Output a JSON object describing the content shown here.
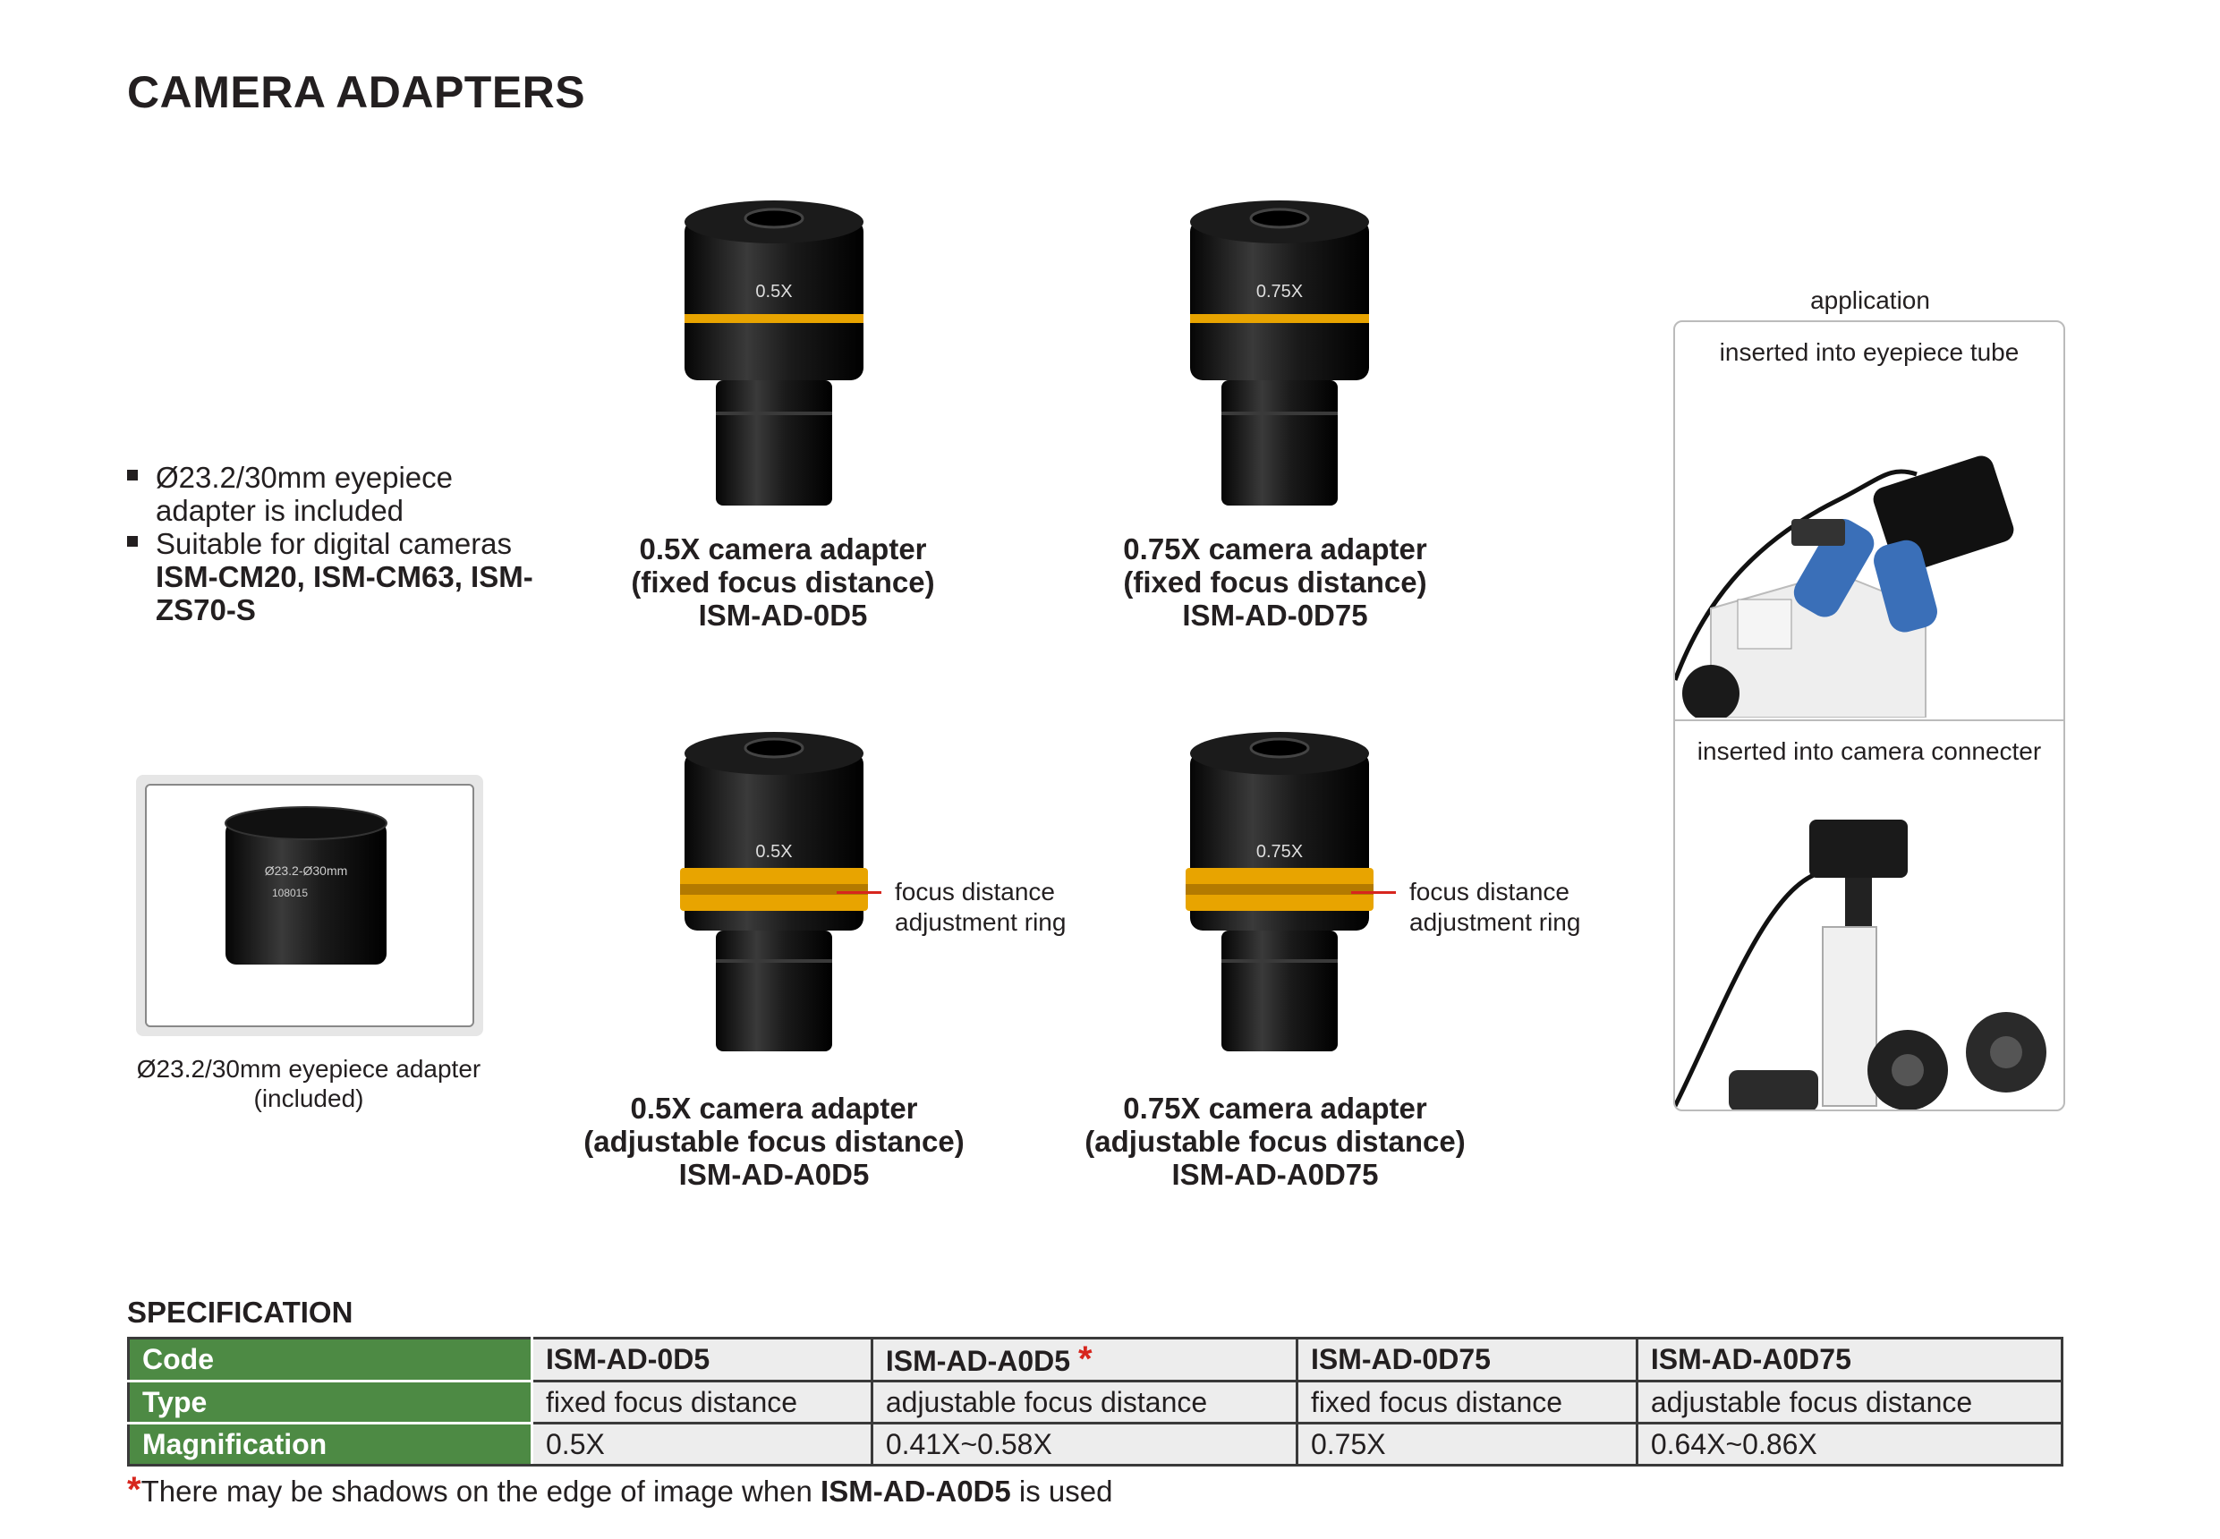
{
  "page_title": "CAMERA ADAPTERS",
  "bullets": [
    {
      "text": "Ø23.2/30mm eyepiece adapter is included",
      "models": ""
    },
    {
      "text": "Suitable for digital cameras",
      "models": "ISM-CM20, ISM-CM63, ISM-ZS70-S"
    }
  ],
  "products": [
    {
      "mag": "0.5X",
      "caption1": "0.5X camera adapter",
      "caption2": "(fixed focus distance)",
      "code": "ISM-AD-0D5"
    },
    {
      "mag": "0.75X",
      "caption1": "0.75X camera adapter",
      "caption2": "(fixed focus distance)",
      "code": "ISM-AD-0D75"
    },
    {
      "mag": "0.5X",
      "caption1": "0.5X camera adapter",
      "caption2": "(adjustable focus distance)",
      "code": "ISM-AD-A0D5",
      "ring_label": "focus distance adjustment ring"
    },
    {
      "mag": "0.75X",
      "caption1": "0.75X camera adapter",
      "caption2": "(adjustable focus distance)",
      "code": "ISM-AD-A0D75",
      "ring_label": "focus distance adjustment ring"
    }
  ],
  "ring_label_1": "focus distance",
  "ring_label_2": "adjustment ring",
  "eyepiece_adapter": {
    "engraving_1": "Ø23.2-Ø30mm",
    "engraving_2": "108015",
    "caption_1": "Ø23.2/30mm eyepiece adapter",
    "caption_2": "(included)"
  },
  "application": {
    "title": "application",
    "pane1": "inserted into eyepiece tube",
    "pane2": "inserted into camera connecter"
  },
  "spec": {
    "title": "SPECIFICATION",
    "rows": [
      {
        "label": "Code",
        "cells": [
          "ISM-AD-0D5",
          "ISM-AD-A0D5",
          "ISM-AD-0D75",
          "ISM-AD-A0D75"
        ]
      },
      {
        "label": "Type",
        "cells": [
          "fixed focus distance",
          "adjustable focus distance",
          "fixed focus distance",
          "adjustable focus distance"
        ]
      },
      {
        "label": "Magnification",
        "cells": [
          "0.5X",
          "0.41X~0.58X",
          "0.75X",
          "0.64X~0.86X"
        ]
      }
    ],
    "star": "*"
  },
  "footnote": {
    "star": "*",
    "text_before": "There may be shadows on the edge of image when ",
    "code": "ISM-AD-A0D5",
    "text_after": " is used"
  },
  "colors": {
    "header_green": "#4d8a44",
    "accent_red": "#d7261e",
    "ring_gold": "#e8a400"
  }
}
